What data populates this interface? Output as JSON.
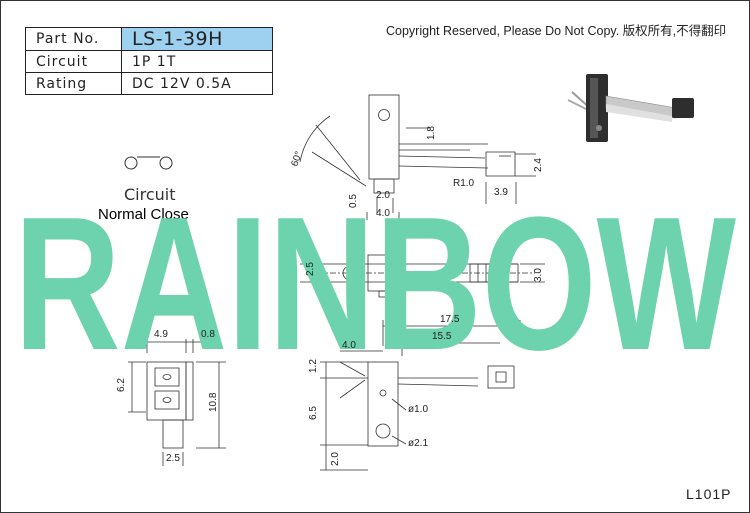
{
  "spec_table": [
    {
      "key": "Part No.",
      "value": "LS-1-39H"
    },
    {
      "key": "Circuit",
      "value": "1P 1T"
    },
    {
      "key": "Rating",
      "value": "DC 12V 0.5A"
    }
  ],
  "copyright": "Copyright Reserved, Please Do Not Copy. 版权所有,不得翻印",
  "circuit": {
    "label": "Circuit",
    "type": "Normal Close"
  },
  "watermark": "RAINBOW",
  "footer_code": "L101P",
  "dimensions": {
    "angle": "60°",
    "top_height": "1.8",
    "radius": "R1.0",
    "tip_height": "2.4",
    "tip_length": "3.9",
    "pin_width": "2.0",
    "base_height": "0.5",
    "base_width": "4.0",
    "mid_left": "2.5",
    "mid_right": "3.0",
    "overall_length": "17.5",
    "arm_length": "15.5",
    "offset": "4.0",
    "side_width": "4.9",
    "side_gap": "0.8",
    "side_upper": "6.2",
    "side_total": "10.8",
    "side_base": "2.5",
    "front_top": "1.2",
    "hole_small": "ø1.0",
    "front_mid": "6.5",
    "hole_large": "ø2.1",
    "front_bottom": "2.0"
  },
  "colors": {
    "highlight": "#9ed1ef",
    "watermark": "#6dd3ae"
  }
}
